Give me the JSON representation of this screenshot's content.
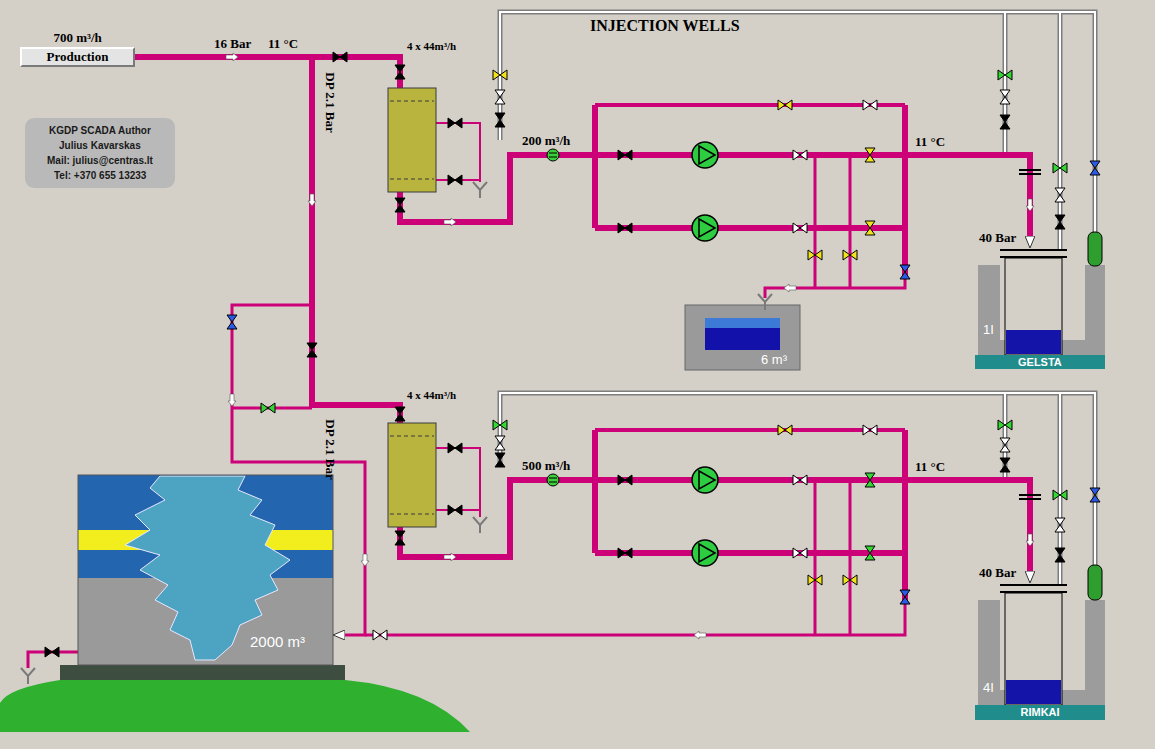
{
  "diagram": {
    "title": "INJECTION WELLS",
    "nodes": [
      {
        "text": [
          "700 m³/h",
          "Production"
        ]
      },
      {
        "text": [
          "KGDP SCADA Author",
          "Julius Kavarskas",
          "Mail: julius@centras.lt",
          "Tel: +370 655 13233"
        ]
      },
      {
        "text": [
          "1I",
          "GELSTA"
        ]
      },
      {
        "text": [
          "6 m³"
        ]
      },
      {
        "text": [
          "2000 m³"
        ]
      },
      {
        "text": [
          "4I",
          "RIMKAI"
        ]
      }
    ],
    "edges": [
      {
        "from": 0,
        "to": 2,
        "arrow": "to"
      },
      {
        "from": 0,
        "to": 5,
        "arrow": "to"
      },
      {
        "from": 0,
        "to": 4,
        "arrow": "to"
      }
    ],
    "labels": [
      "16 Bar",
      "11 °C",
      "4 x 44m³/h",
      "DP 2.1 Bar",
      "200 m³/h",
      "11 °C",
      "40 Bar",
      "4 x 44m³/h",
      "DP 2.1 Bar",
      "500 m³/h",
      "11 °C",
      "40 Bar"
    ]
  }
}
